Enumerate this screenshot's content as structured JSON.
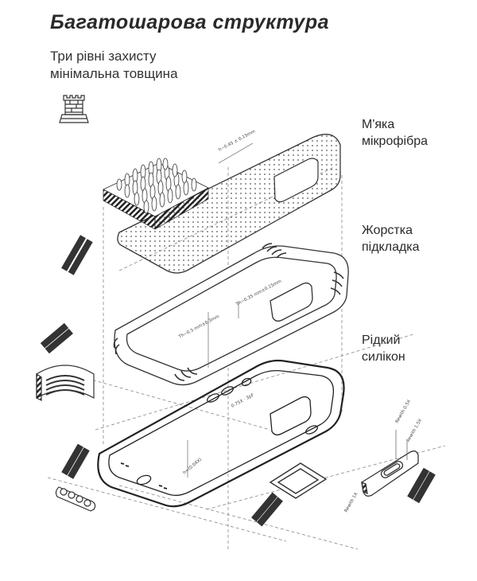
{
  "header": {
    "title": "Багатошарова структура",
    "subtitle_line1": "Три рівні захисту",
    "subtitle_line2": "мінімальна товщина"
  },
  "layers": [
    {
      "line1": "М'яка",
      "line2": "мікрофібра"
    },
    {
      "line1": "Жорстка",
      "line2": "підкладка"
    },
    {
      "line1": "Рідкий",
      "line2": "силікон"
    }
  ],
  "icons": {
    "tower": "castle-tower-icon"
  }
}
